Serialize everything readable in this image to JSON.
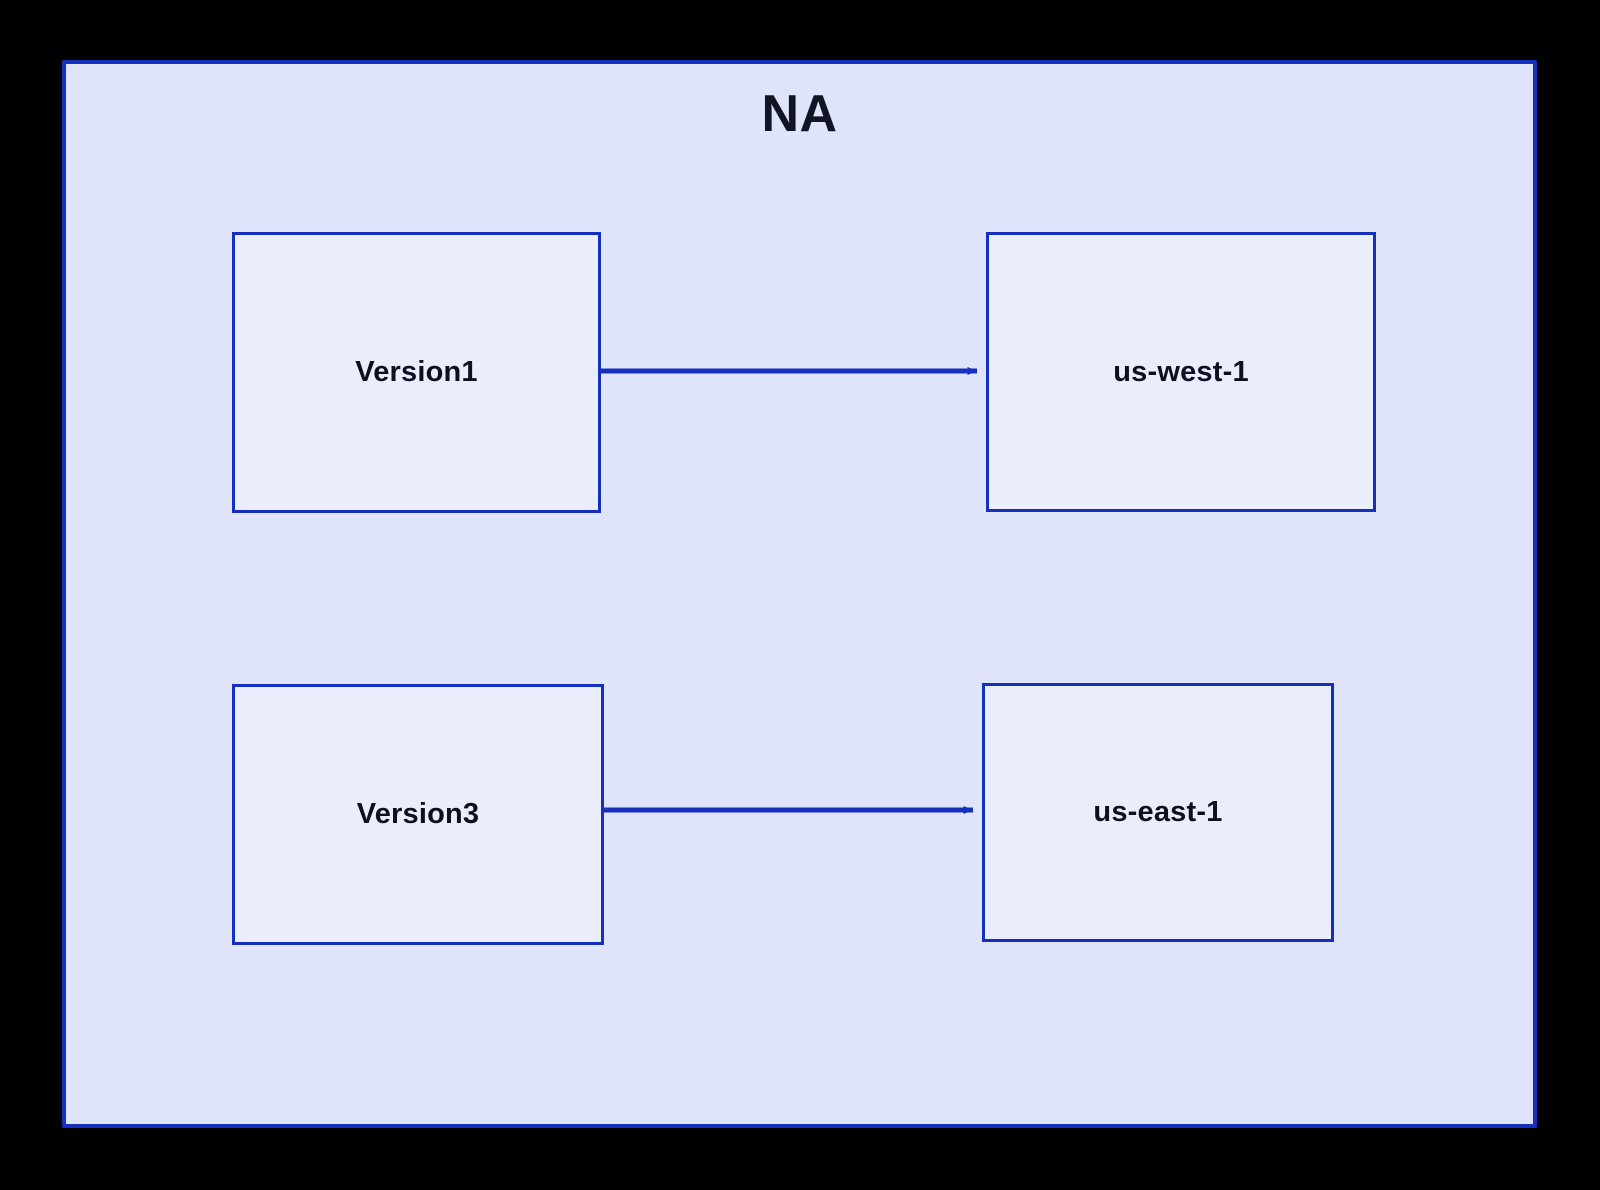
{
  "diagram": {
    "type": "flow-diagram",
    "background_color": "#000000",
    "region": {
      "title": "NA",
      "fill_color": "#dfe4fa",
      "border_color": "#1430bd"
    },
    "node_fill_color": "#e8edfb",
    "node_border_color": "#1430bd",
    "node_text_color": "#0d1020",
    "edge_color": "#1430bd",
    "nodes": [
      {
        "id": "version1",
        "label": "Version1"
      },
      {
        "id": "us-west-1",
        "label": "us-west-1"
      },
      {
        "id": "version3",
        "label": "Version3"
      },
      {
        "id": "us-east-1",
        "label": "us-east-1"
      }
    ],
    "edges": [
      {
        "from": "Version1",
        "to": "us-west-1",
        "label": "",
        "arrow": "single"
      },
      {
        "from": "Version3",
        "to": "us-east-1",
        "label": "",
        "arrow": "single"
      }
    ]
  }
}
